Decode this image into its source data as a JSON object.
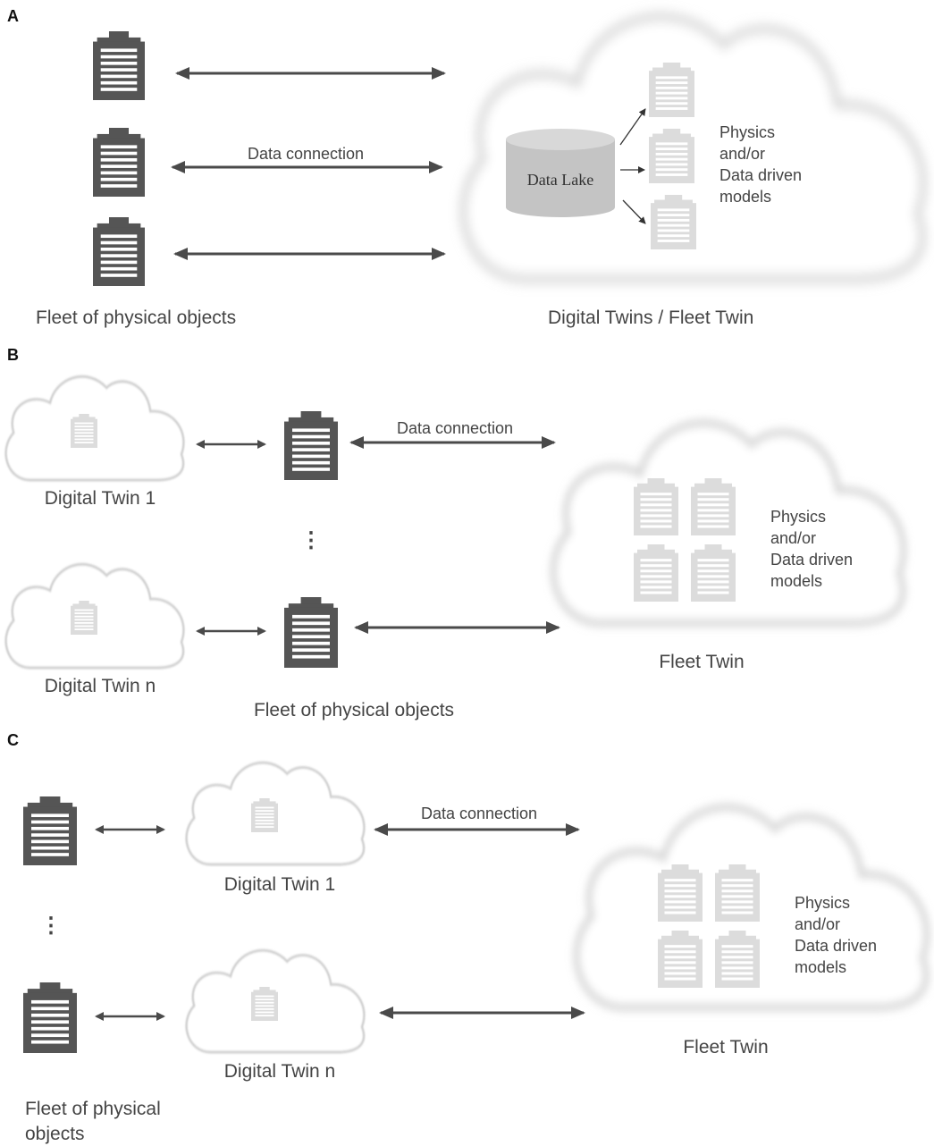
{
  "panels": {
    "A": {
      "letter": "A",
      "data_connection": "Data connection",
      "data_lake": "Data Lake",
      "models": [
        "Physics",
        "and/or",
        "Data driven",
        "models"
      ],
      "fleet_label": "Fleet of physical objects",
      "twin_label": "Digital Twins / Fleet Twin"
    },
    "B": {
      "letter": "B",
      "data_connection": "Data connection",
      "twin_1": "Digital Twin 1",
      "twin_n": "Digital Twin n",
      "ellipsis": "⋮",
      "models": [
        "Physics",
        "and/or",
        "Data driven",
        "models"
      ],
      "fleet_twin": "Fleet Twin",
      "fleet_label": "Fleet of physical objects"
    },
    "C": {
      "letter": "C",
      "data_connection": "Data connection",
      "twin_1": "Digital Twin 1",
      "twin_n": "Digital Twin n",
      "ellipsis": "⋮",
      "models": [
        "Physics",
        "and/or",
        "Data driven",
        "models"
      ],
      "fleet_twin": "Fleet Twin",
      "fleet_label": [
        "Fleet of physical",
        "objects"
      ]
    }
  },
  "colors": {
    "device": "#555555",
    "model": "#dcdcdc",
    "cloud": "#cfcfcf",
    "arrow": "#4a4a4a",
    "lake": "#c4c4c4"
  }
}
